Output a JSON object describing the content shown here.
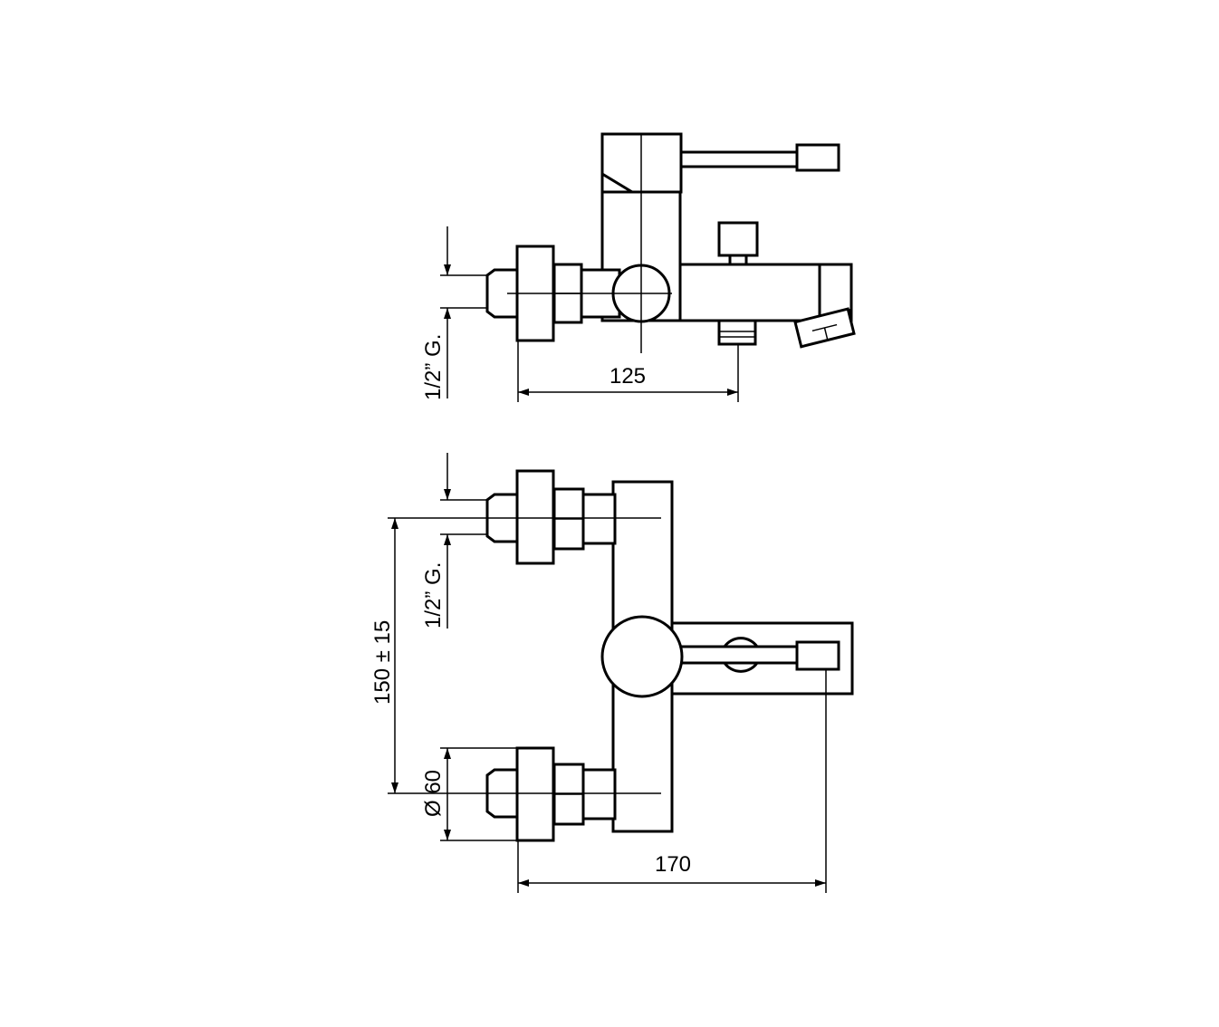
{
  "drawing": {
    "side_view": {
      "dim_width": "125",
      "dim_thread": "1/2” G."
    },
    "front_view": {
      "dim_width": "170",
      "dim_thread": "1/2” G.",
      "dim_spacing": "150 ± 15",
      "dim_diameter": "Ø 60"
    }
  }
}
